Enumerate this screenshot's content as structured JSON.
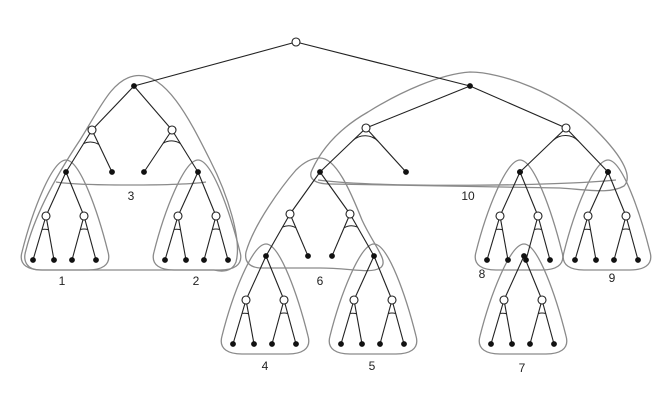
{
  "diagram": {
    "region_labels": [
      "1",
      "2",
      "3",
      "4",
      "5",
      "6",
      "7",
      "8",
      "9",
      "10"
    ]
  },
  "colors": {
    "edge": "#222222",
    "region_outline": "#8a8a8a",
    "node_filled": "#111111",
    "node_hollow": "#ffffff"
  }
}
